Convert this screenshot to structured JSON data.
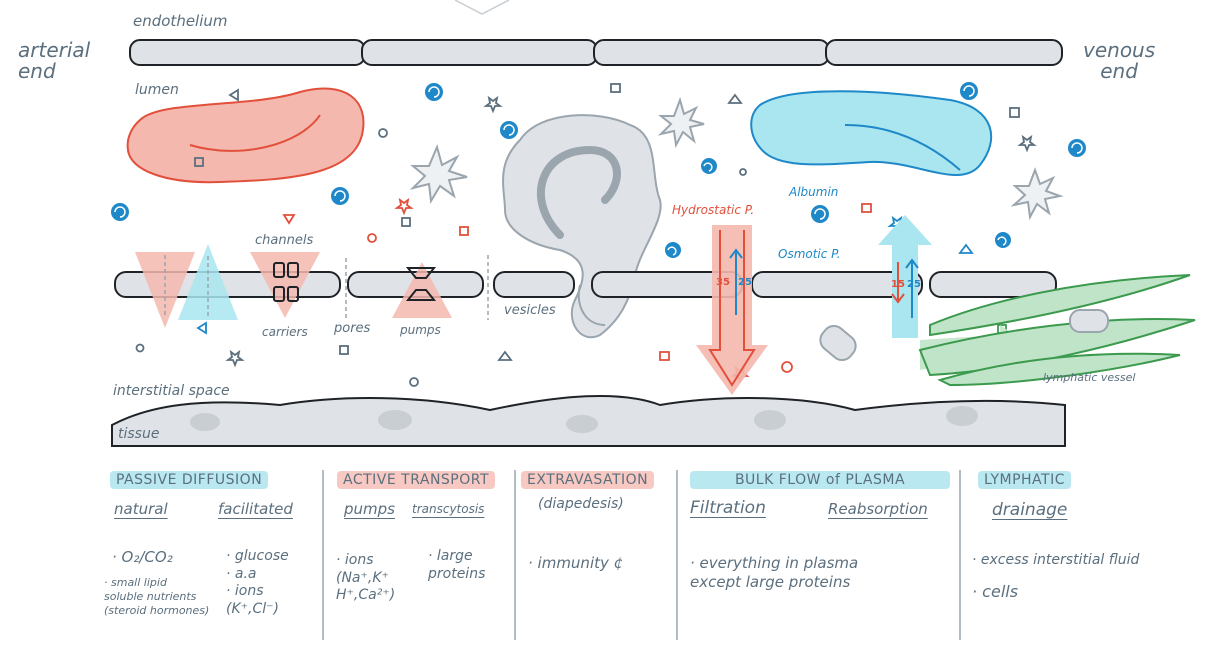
{
  "colors": {
    "outline": "#1f2328",
    "cell_fill": "#dfe3e7",
    "red": "#e2503c",
    "red_fill": "#f4b8ae",
    "blue": "#1e88c8",
    "blue_fill": "#a9e6f0",
    "green": "#3c9a4e",
    "text": "#5b6f7e",
    "teal_highlight": "#b9e8f0",
    "pink_highlight": "#f7c9c2"
  },
  "diagram": {
    "labels": {
      "endothelium": "endothelium",
      "arterial_end": "arterial\nend",
      "venous_end": "venous\nend",
      "lumen": "lumen",
      "channels": "channels",
      "carriers": "carriers",
      "pores": "pores",
      "pumps": "pumps",
      "vesicles": "vesicles",
      "hydrostatic": "Hydrostatic P.",
      "albumin": "Albumin",
      "osmotic": "Osmotic P.",
      "interstitial_space": "interstitial space",
      "tissue": "tissue",
      "lymphatic_vessel": "lymphatic vessel"
    },
    "pressures": {
      "arterial_hydrostatic": "35",
      "arterial_osmotic": "25",
      "venous_hydrostatic": "15",
      "venous_osmotic": "25"
    }
  },
  "table": {
    "columns": [
      {
        "title": "PASSIVE DIFFUSION",
        "highlight": "teal",
        "subheads": [
          "natural",
          "facilitated"
        ],
        "items": [
          "· O₂/CO₂",
          "· small lipid\n  soluble nutrients\n  (steroid hormones)",
          "· glucose\n· a.a\n· ions\n  (K⁺,Cl⁻)"
        ]
      },
      {
        "title": "ACTIVE TRANSPORT",
        "highlight": "pink",
        "subheads": [
          "pumps",
          "transcytosis"
        ],
        "items": [
          "· ions\n  (Na⁺,K⁺\n  H⁺,Ca²⁺)",
          "· large\n  proteins"
        ]
      },
      {
        "title": "EXTRAVASATION",
        "highlight": "pink",
        "subheads": [
          "(diapedesis)"
        ],
        "items": [
          "· immunity ¢"
        ]
      },
      {
        "title": "BULK FLOW of PLASMA",
        "highlight": "teal",
        "subheads": [
          "Filtration",
          "Reabsorption"
        ],
        "items": [
          "· everything in plasma\n  except large proteins"
        ]
      },
      {
        "title": "LYMPHATIC",
        "highlight": "teal",
        "subheads": [
          "drainage"
        ],
        "items": [
          "· excess interstitial fluid",
          "· cells"
        ]
      }
    ]
  }
}
